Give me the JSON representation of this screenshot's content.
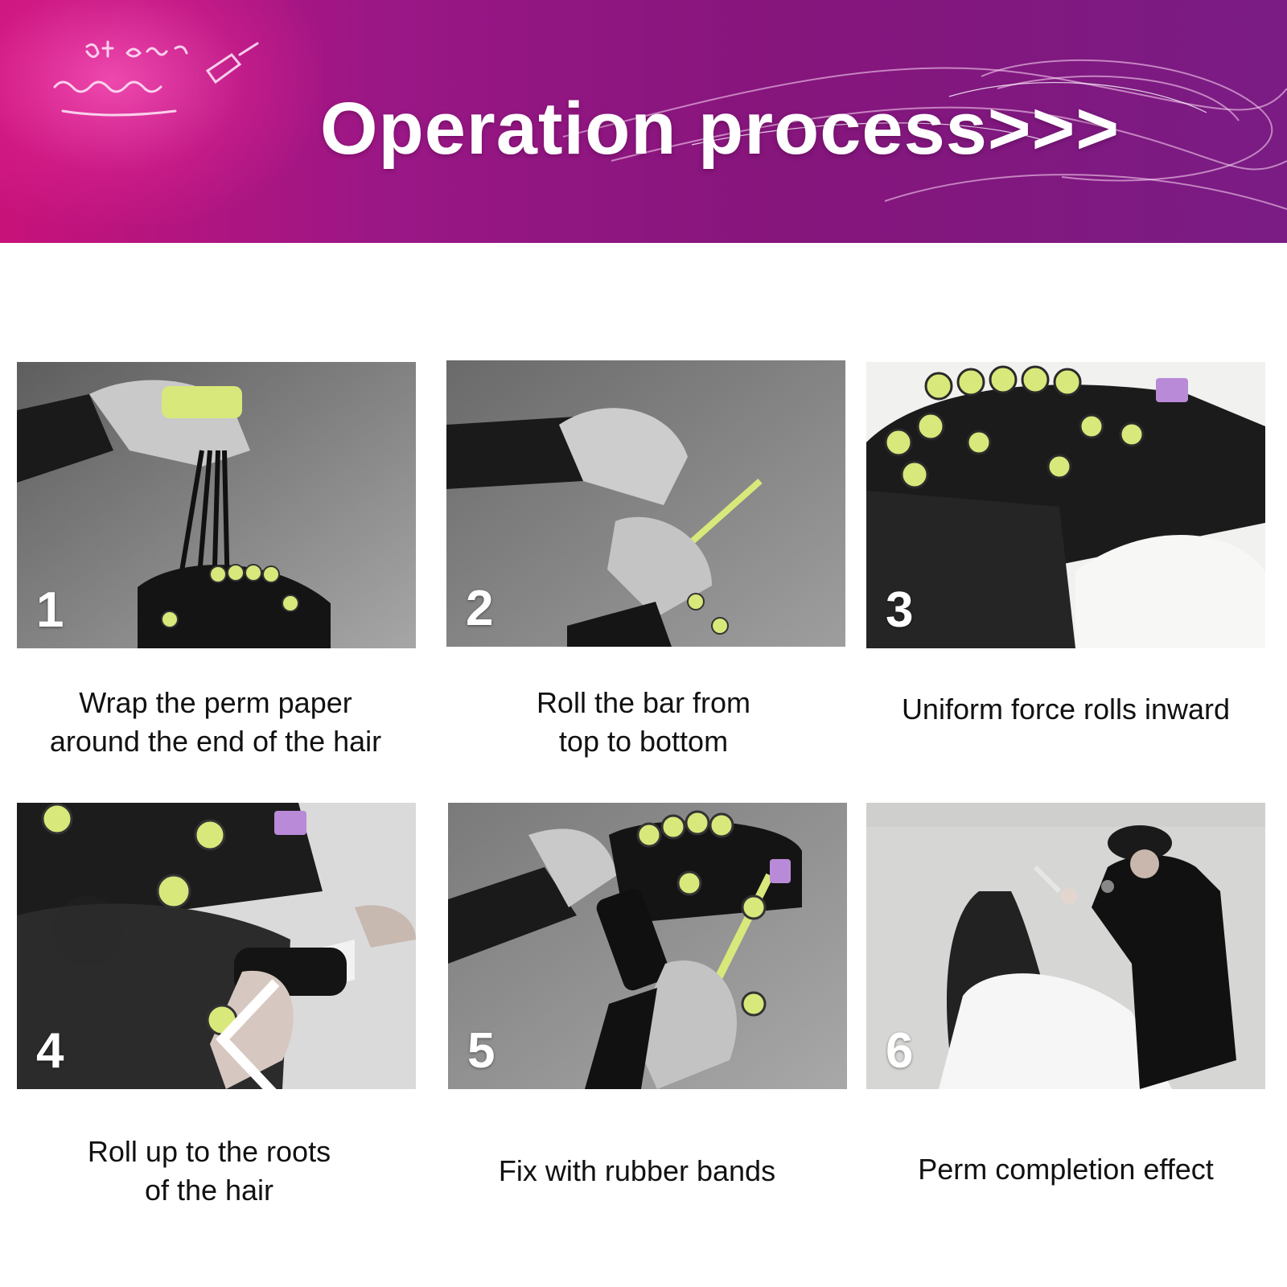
{
  "header": {
    "title": "Operation process>>>"
  },
  "steps": [
    {
      "number": "1",
      "caption_lines": [
        "Wrap the perm paper",
        "around the end of the hair"
      ]
    },
    {
      "number": "2",
      "caption_lines": [
        "Roll the bar from",
        "top to bottom"
      ]
    },
    {
      "number": "3",
      "caption_lines": [
        "Uniform force rolls inward"
      ]
    },
    {
      "number": "4",
      "caption_lines": [
        "Roll up to the roots",
        "of the hair"
      ]
    },
    {
      "number": "5",
      "caption_lines": [
        "Fix with rubber bands"
      ]
    },
    {
      "number": "6",
      "caption_lines": [
        "Perm completion effect"
      ]
    }
  ],
  "colors": {
    "banner_start": "#c8127a",
    "banner_end": "#7a1c84",
    "roller": "#d9e87a",
    "text": "#111111"
  },
  "icons": {
    "logo": "brand-logo-icon",
    "nav": "chevron-left-icon"
  }
}
